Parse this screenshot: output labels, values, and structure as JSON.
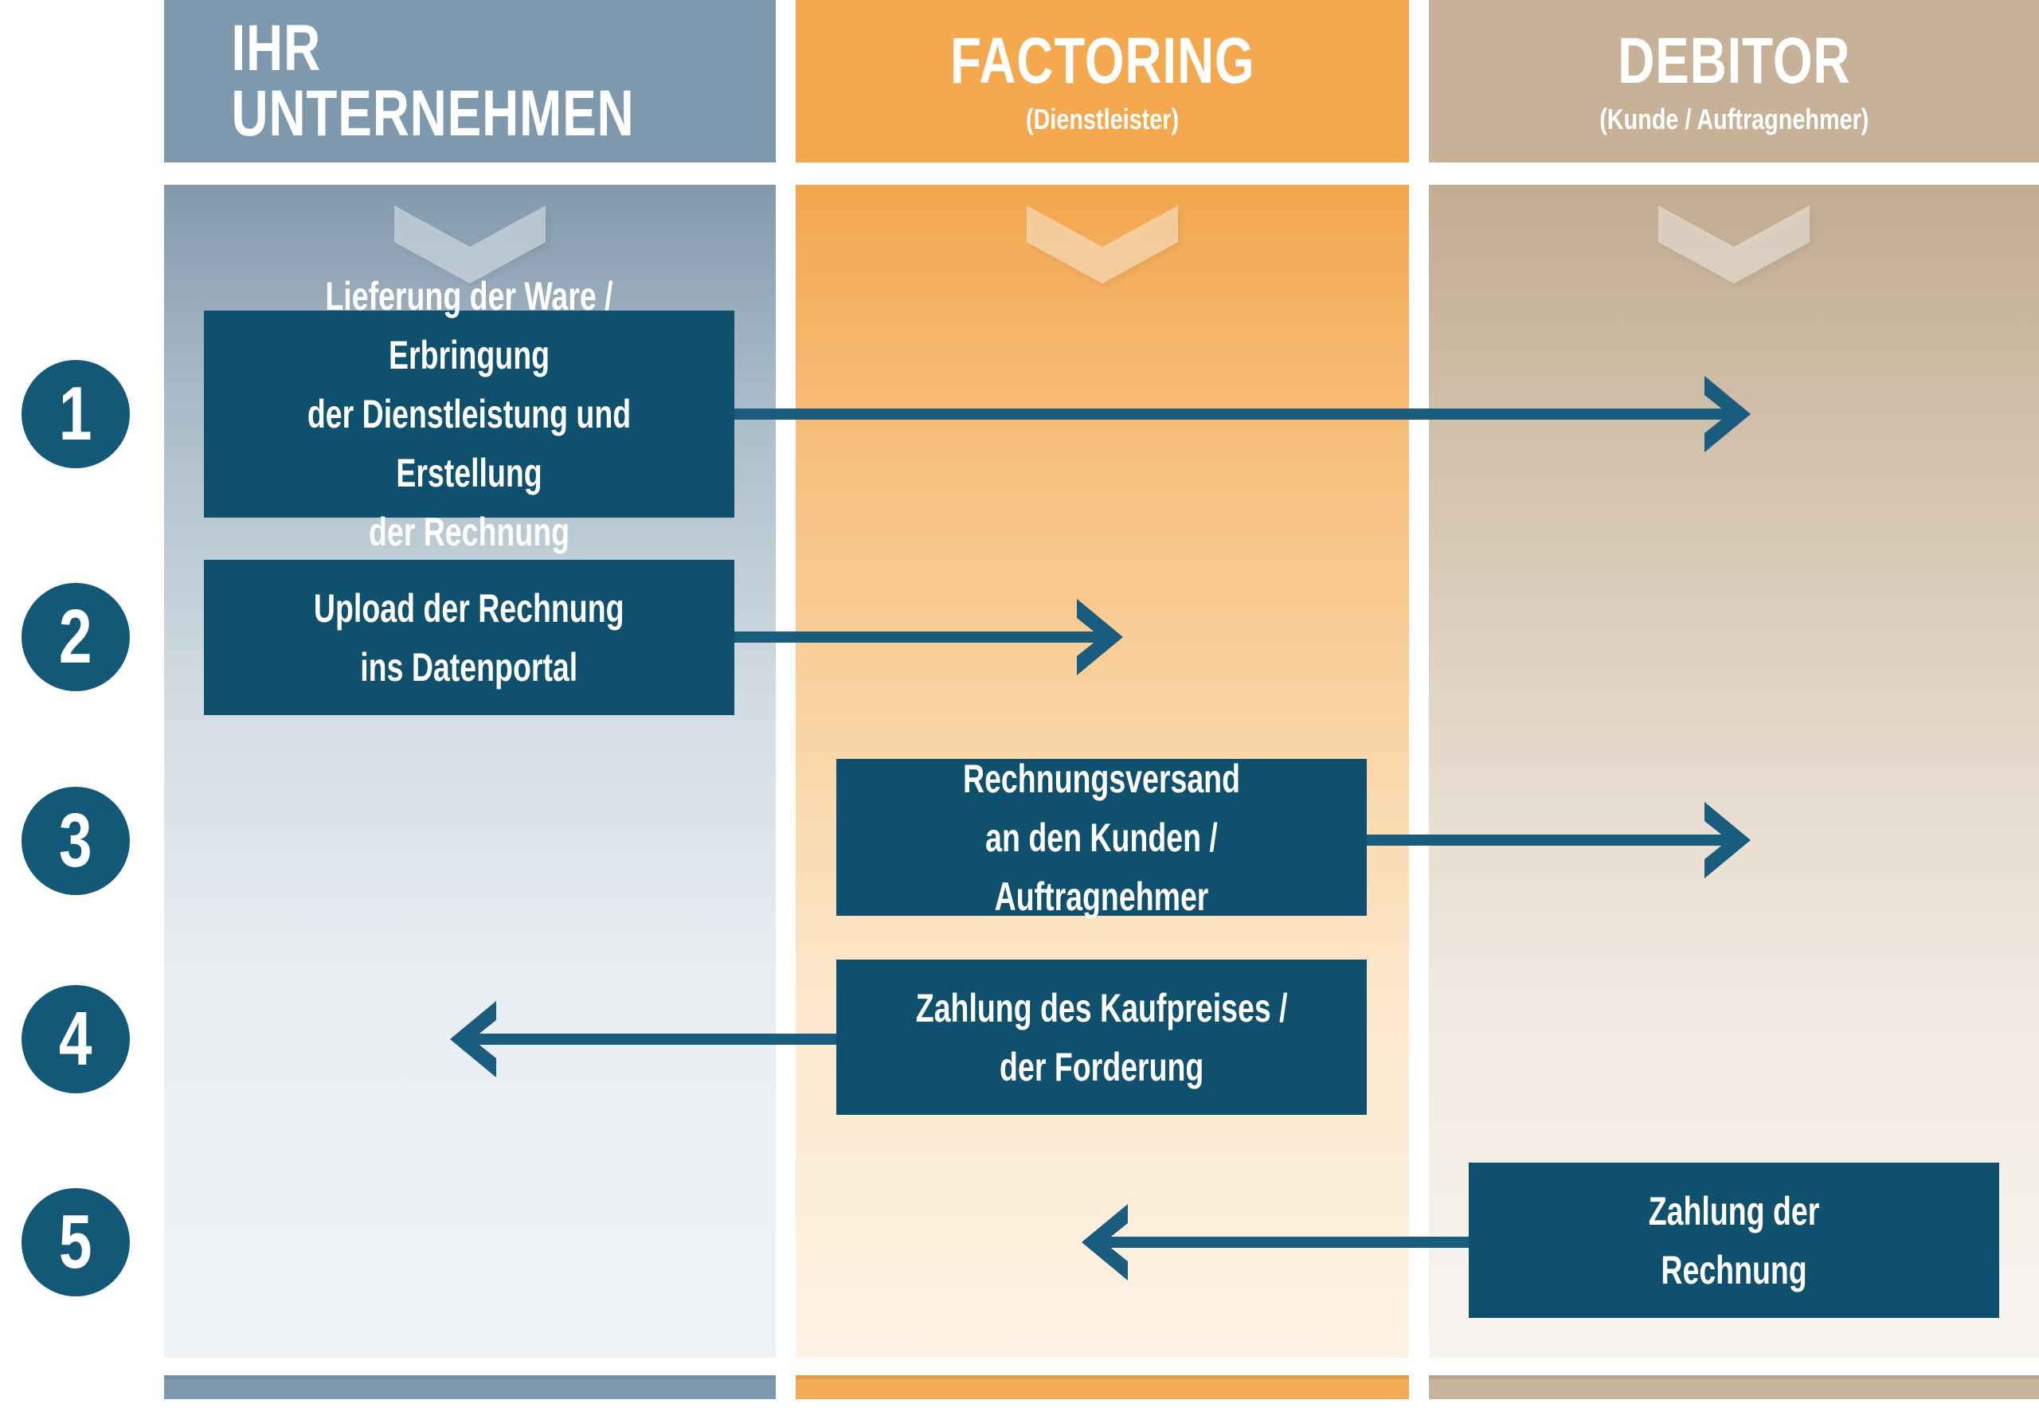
{
  "columns": [
    {
      "title": "IHR UNTERNEHMEN",
      "subtitle": "",
      "header_color": "#7E99AE",
      "footer_color": "#7E99AE",
      "body_top_color": "#8399AD",
      "body_bottom_color": "#F0F3F6"
    },
    {
      "title": "FACTORING",
      "subtitle": "(Dienstleister)",
      "header_color": "#F5A94F",
      "footer_color": "#F5AB55",
      "body_top_color": "#F3A74E",
      "body_bottom_color": "#FDF3E4"
    },
    {
      "title": "DEBITOR",
      "subtitle": "(Kunde / Auftragnehmer)",
      "header_color": "#C7B299",
      "footer_color": "#C8B49B",
      "body_top_color": "#C2AC92",
      "body_bottom_color": "#F8F4F0"
    }
  ],
  "steps": [
    {
      "number": "1",
      "lines": [
        "Lieferung der Ware / Erbringung",
        "der Dienstleistung und Erstellung",
        "der Rechnung"
      ],
      "from": "IHR UNTERNEHMEN",
      "to": "DEBITOR",
      "arrow_direction": "right"
    },
    {
      "number": "2",
      "lines": [
        "Upload der Rechnung",
        "ins Datenportal"
      ],
      "from": "IHR UNTERNEHMEN",
      "to": "FACTORING",
      "arrow_direction": "right"
    },
    {
      "number": "3",
      "lines": [
        "Rechnungsversand",
        "an den Kunden / Auftragnehmer"
      ],
      "from": "FACTORING",
      "to": "DEBITOR",
      "arrow_direction": "right"
    },
    {
      "number": "4",
      "lines": [
        "Zahlung des Kaufpreises /",
        "der Forderung"
      ],
      "from": "FACTORING",
      "to": "IHR UNTERNEHMEN",
      "arrow_direction": "left"
    },
    {
      "number": "5",
      "lines": [
        "Zahlung der",
        "Rechnung"
      ],
      "from": "DEBITOR",
      "to": "FACTORING",
      "arrow_direction": "left"
    }
  ],
  "colors": {
    "step_box": "#0E506E",
    "step_circle": "#135877",
    "arrow": "#1A5C7E",
    "chevron": "rgba(255,255,255,0.42)",
    "text": "#FFFFFF",
    "background": "#FFFFFF"
  }
}
